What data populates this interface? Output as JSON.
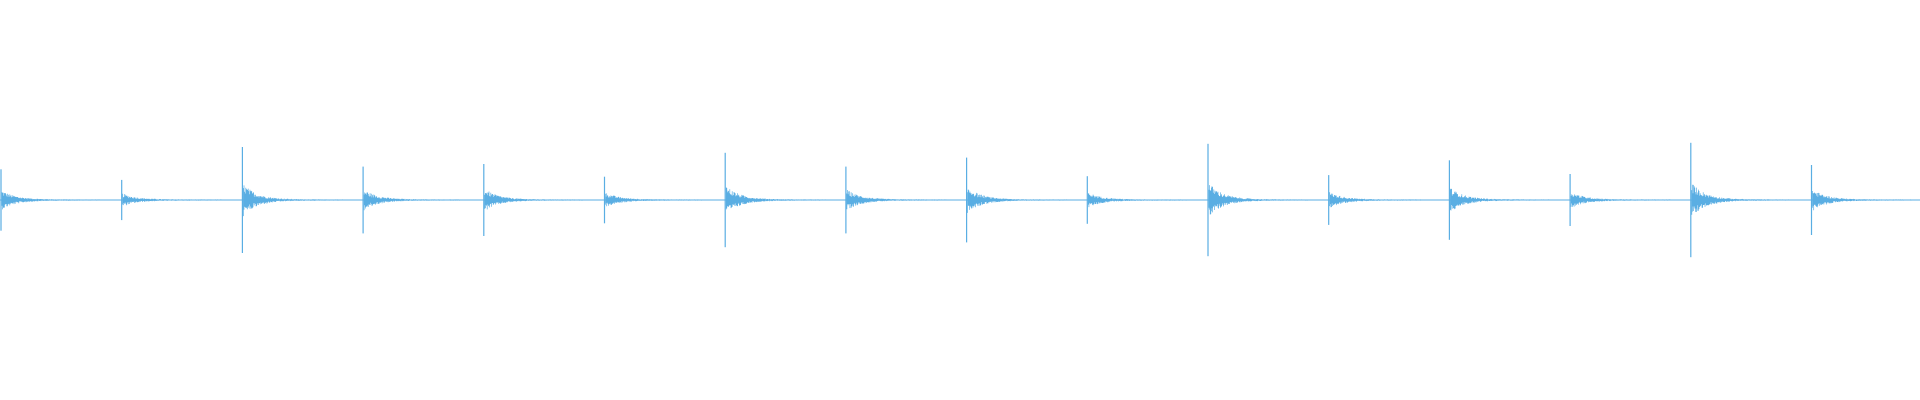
{
  "waveform": {
    "color": "#5aaee3",
    "hits": [
      {
        "amplitude": 0.58
      },
      {
        "amplitude": 0.38
      },
      {
        "amplitude": 1.0
      },
      {
        "amplitude": 0.63
      },
      {
        "amplitude": 0.68
      },
      {
        "amplitude": 0.44
      },
      {
        "amplitude": 0.89
      },
      {
        "amplitude": 0.63
      },
      {
        "amplitude": 0.8
      },
      {
        "amplitude": 0.45
      },
      {
        "amplitude": 1.06
      },
      {
        "amplitude": 0.47
      },
      {
        "amplitude": 0.75
      },
      {
        "amplitude": 0.49
      },
      {
        "amplitude": 1.08
      },
      {
        "amplitude": 0.66
      }
    ]
  }
}
